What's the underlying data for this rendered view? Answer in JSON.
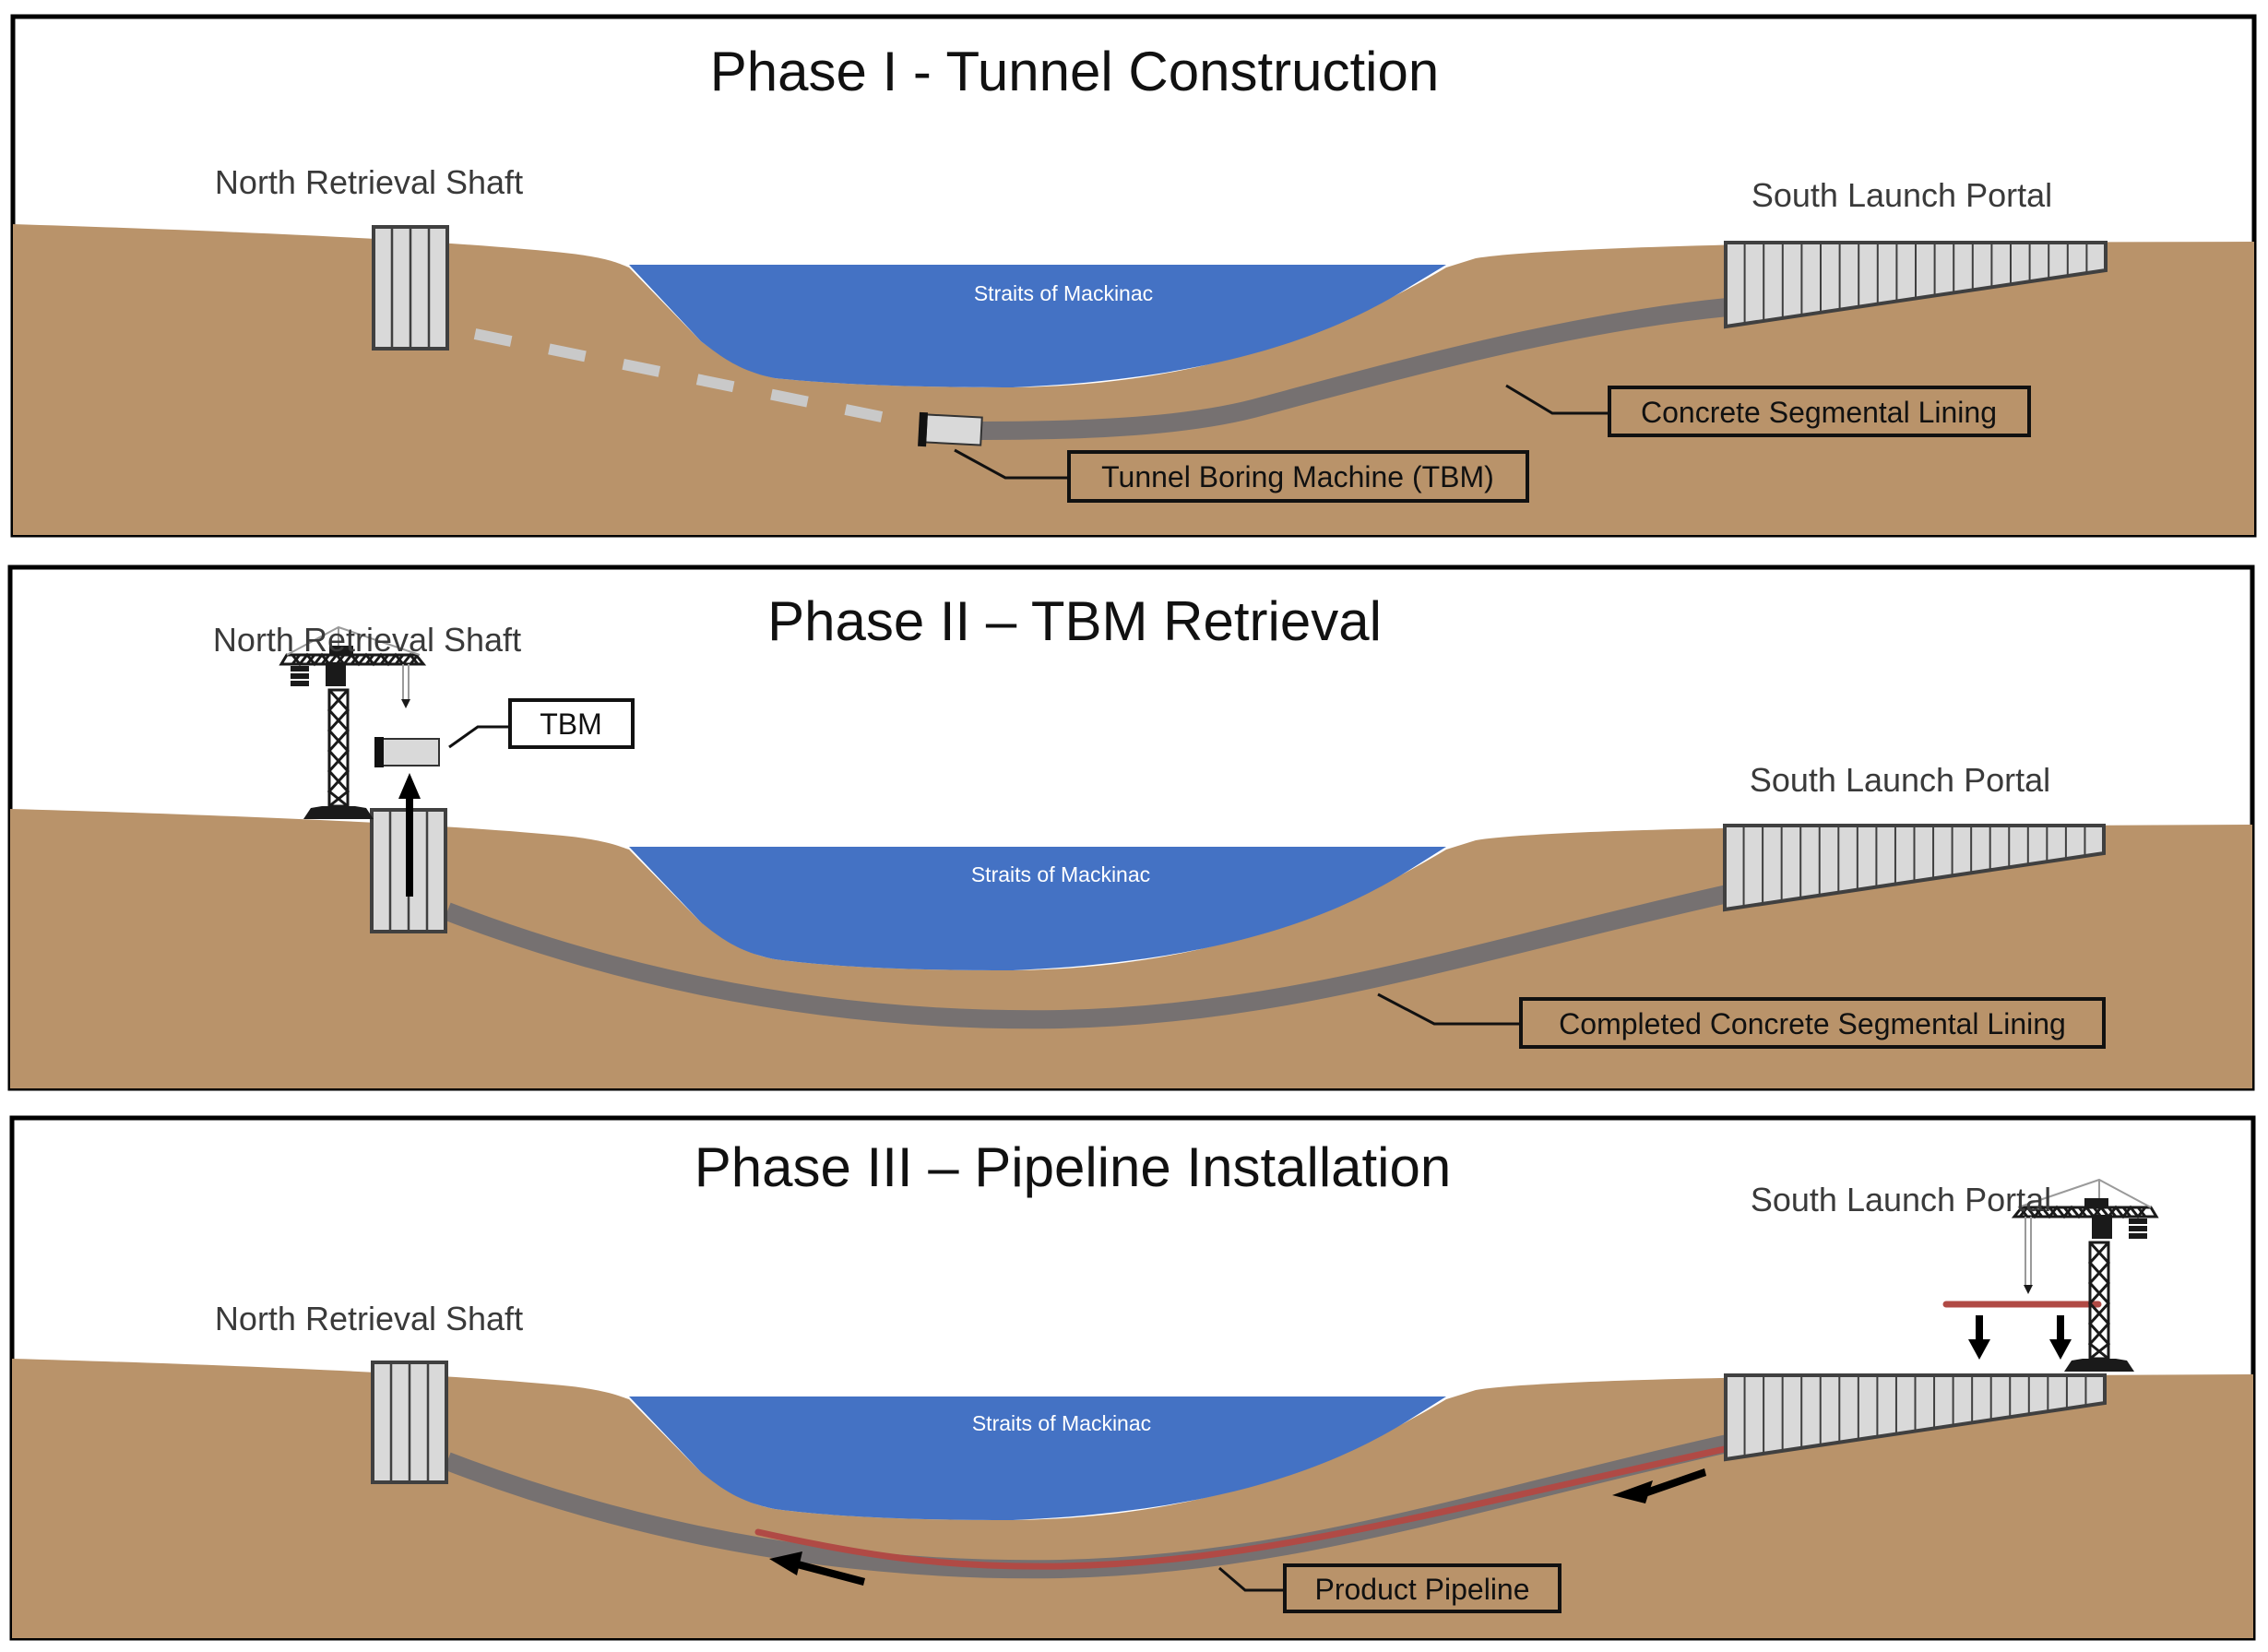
{
  "figure": {
    "description": "Three-phase cross-section of tunnel construction beneath the Straits of Mackinac",
    "colors": {
      "ground": "#B9936A",
      "water": "#4472C4",
      "lining": "#767171",
      "shaft": "#D9D9D9",
      "pipeline": "#B04A45",
      "frame": "#000000"
    }
  },
  "panels": [
    {
      "title": "Phase I - Tunnel Construction",
      "north_label": "North Retrieval Shaft",
      "south_label": "South Launch Portal",
      "water_label": "Straits of Mackinac",
      "callouts": [
        {
          "text": "Tunnel Boring Machine (TBM)"
        },
        {
          "text": "Concrete Segmental Lining"
        }
      ]
    },
    {
      "title": "Phase II – TBM Retrieval",
      "north_label": "North Retrieval Shaft",
      "south_label": "South Launch Portal",
      "water_label": "Straits of Mackinac",
      "callouts": [
        {
          "text": "TBM"
        },
        {
          "text": "Completed Concrete Segmental Lining"
        }
      ]
    },
    {
      "title": "Phase III – Pipeline Installation",
      "north_label": "North Retrieval Shaft",
      "south_label": "South Launch Portal",
      "water_label": "Straits of Mackinac",
      "callouts": [
        {
          "text": "Product Pipeline"
        }
      ]
    }
  ]
}
